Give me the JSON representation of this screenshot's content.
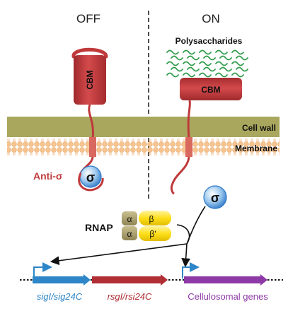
{
  "states": {
    "off": "OFF",
    "on": "ON"
  },
  "labels": {
    "cbm_off": "CBM",
    "cbm_on": "CBM",
    "polysaccharides": "Polysaccharides",
    "cell_wall": "Cell wall",
    "membrane": "Membrane",
    "anti_sigma": "Anti-σ",
    "sigma": "σ",
    "rnap": "RNAP",
    "rnap_alpha": "α",
    "rnap_beta": "β",
    "rnap_beta_prime": "β'"
  },
  "genes": {
    "sigI": "sigI/sig24C",
    "rsgI": "rsgI/rsi24C",
    "cellulosomal": "Cellulosomal genes"
  },
  "colors": {
    "cbm_red": "#c0393b",
    "cell_wall": "#a9a75d",
    "membrane": "#f5c89a",
    "sigma_blue": "#2f79c8",
    "rnap_olive": "#a79b66",
    "rnap_yellow": "#ffdf1a",
    "gene_sigI": "#2e86c8",
    "gene_rsgI": "#b02e34",
    "gene_cellulosomal": "#8e3aa6",
    "polysaccharide_green": "#2e9b4a"
  }
}
